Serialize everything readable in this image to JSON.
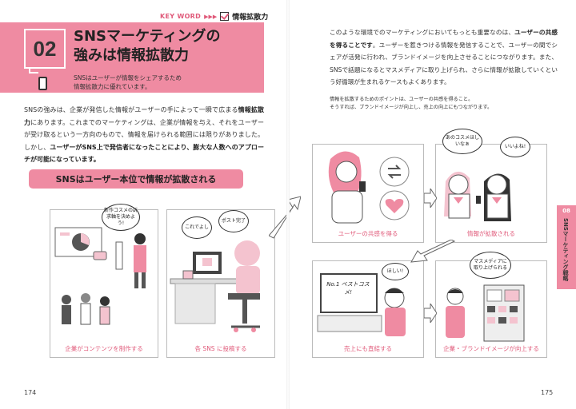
{
  "keyword": {
    "label": "KEY WORD",
    "arrows": "▶▶▶",
    "term": "情報拡散力"
  },
  "header": {
    "chapter_number": "02",
    "title_line1": "SNSマーケティングの",
    "title_line2": "強みは情報拡散力",
    "subtitle_line1": "SNSはユーザーが情報をシェアするため",
    "subtitle_line2": "情報拡散力に優れています。"
  },
  "left_body": {
    "p1_a": "SNSの強みは、企業が発信した情報がユーザーの手によって一瞬で広まる",
    "p1_b": "情報拡散力",
    "p1_c": "にあります。これまでのマーケティングは、企業が情報を与え、それをユーザーが受け取るという一方向のもので、情報を届けられる範囲には限りがありました。しかし、",
    "p1_d": "ユーザーがSNS上で発信者になったことにより、膨大な人数へのアプローチが可能になっています。"
  },
  "banner": "SNSはユーザー本位で情報が拡散される",
  "panels": {
    "p1": {
      "caption": "企業がコンテンツを制作する",
      "bubble": "新作コスメの訴求軸を決めよう!"
    },
    "p2": {
      "caption": "各 SNS に投稿する",
      "bubble1": "これでよし",
      "bubble2": "ポスト完了"
    },
    "p3": {
      "caption": "ユーザーの共感を得る"
    },
    "p4": {
      "caption": "情報が拡散される",
      "bubble1": "あのコスメほしいなぁ",
      "bubble2": "いいよね!"
    },
    "p5": {
      "caption": "売上にも直結する",
      "bubble": "ほしい!",
      "tv_text": "No.1 ベストコスメ!"
    },
    "p6": {
      "caption": "企業・ブランドイメージが向上する",
      "bubble": "マスメディアに取り上げられる"
    }
  },
  "right_body": {
    "a": "このような環境でのマーケティングにおいてもっとも重要なのは、",
    "b": "ユーザーの共感を得ることです",
    "c": "。ユーザーを惹きつける情報を発信することで、ユーザーの間でシェアが活発に行われ、ブランドイメージを向上させることにつながります。また、SNSで話題になるとマスメディアに取り上げられ、さらに情報が拡散していくという好循環が生まれるケースもよくあります。"
  },
  "note": {
    "line1": "情報を拡散するためのポイントは、ユーザーの共感を得ること。",
    "line2": "そうすれば、ブランドイメージが向上し、売上の向上にもつながります。"
  },
  "side_tab": {
    "number": "08",
    "text": "SNSマーケティング戦略"
  },
  "page_numbers": {
    "left": "174",
    "right": "175"
  },
  "colors": {
    "accent": "#ef8ba2",
    "accent_dark": "#e05a7a"
  }
}
